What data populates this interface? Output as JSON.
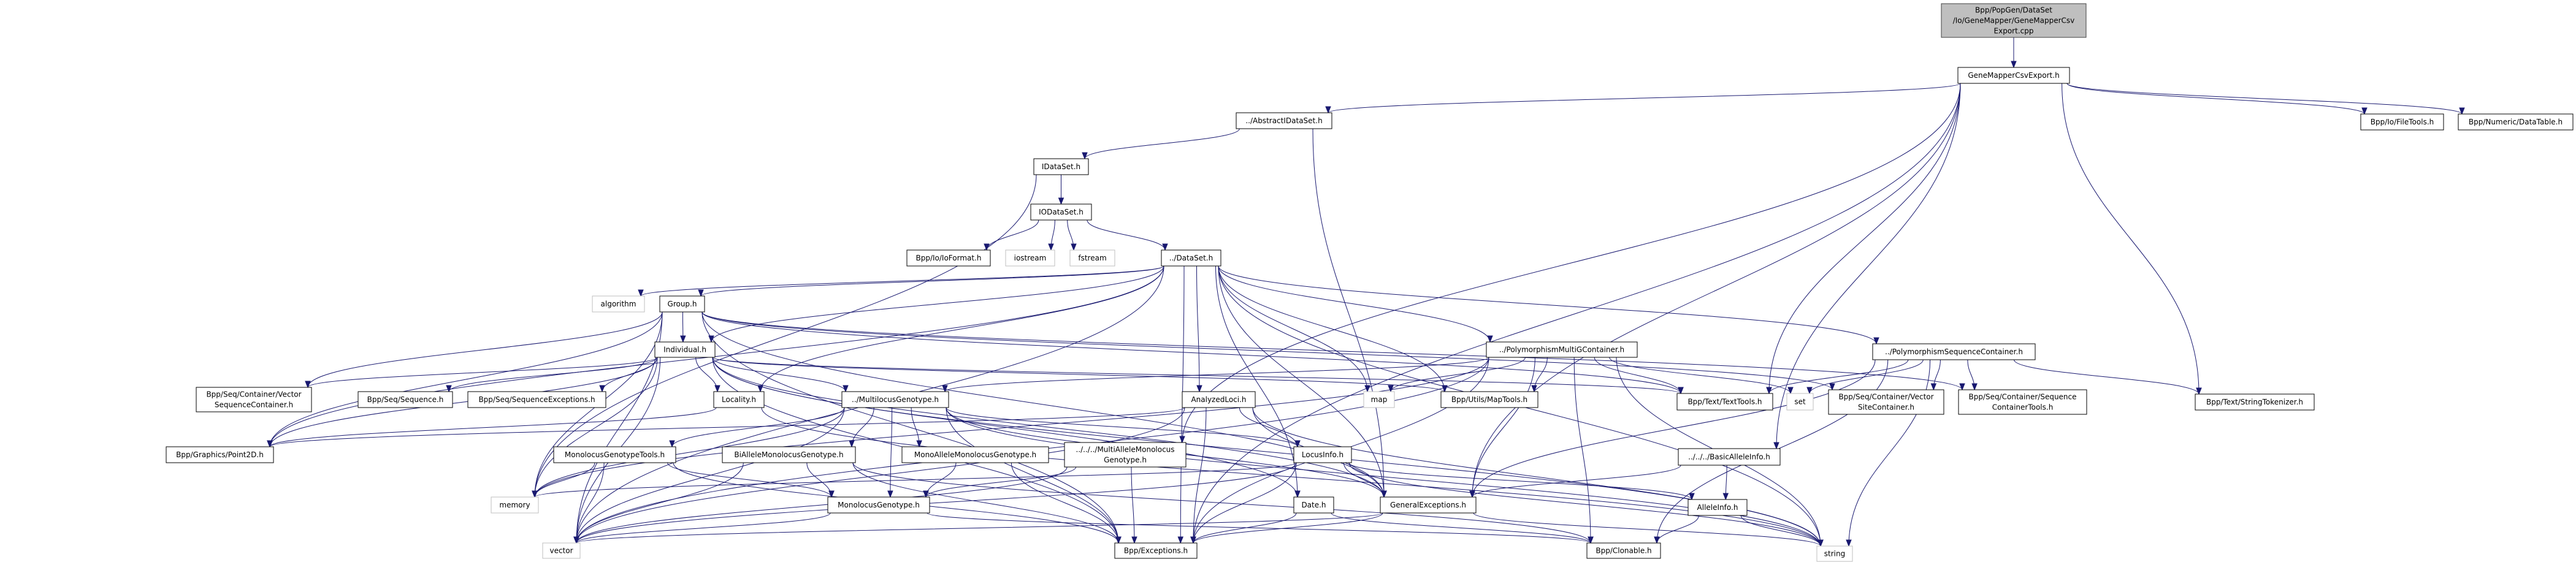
{
  "colors": {
    "edge": "#191970",
    "root_fill": "#bfbfbf",
    "node_border": "#000000",
    "external_border": "#bfbfbf"
  },
  "graph": {
    "nodes": [
      {
        "id": "root",
        "style": "root",
        "lines": [
          "Bpp/PopGen/DataSet",
          "/Io/GeneMapper/GeneMapperCsv",
          "Export.cpp"
        ]
      },
      {
        "id": "gmce",
        "style": "normal",
        "lines": [
          "GeneMapperCsvExport.h"
        ]
      },
      {
        "id": "abstract",
        "style": "normal",
        "lines": [
          "../AbstractIDataSet.h"
        ]
      },
      {
        "id": "filetools",
        "style": "normal",
        "lines": [
          "Bpp/Io/FileTools.h"
        ]
      },
      {
        "id": "datatable",
        "style": "normal",
        "lines": [
          "Bpp/Numeric/DataTable.h"
        ]
      },
      {
        "id": "idataset",
        "style": "normal",
        "lines": [
          "IDataSet.h"
        ]
      },
      {
        "id": "iodataset",
        "style": "normal",
        "lines": [
          "IODataSet.h"
        ]
      },
      {
        "id": "ioformat",
        "style": "normal",
        "lines": [
          "Bpp/Io/IoFormat.h"
        ]
      },
      {
        "id": "iostream",
        "style": "external",
        "lines": [
          "iostream"
        ]
      },
      {
        "id": "fstream",
        "style": "external",
        "lines": [
          "fstream"
        ]
      },
      {
        "id": "dataset",
        "style": "normal",
        "lines": [
          "../DataSet.h"
        ]
      },
      {
        "id": "algorithm",
        "style": "external",
        "lines": [
          "algorithm"
        ]
      },
      {
        "id": "group",
        "style": "normal",
        "lines": [
          "Group.h"
        ]
      },
      {
        "id": "individual",
        "style": "normal",
        "lines": [
          "Individual.h"
        ]
      },
      {
        "id": "polymultig",
        "style": "normal",
        "lines": [
          "../PolymorphismMultiGContainer.h"
        ]
      },
      {
        "id": "polyseq",
        "style": "normal",
        "lines": [
          "../PolymorphismSequenceContainer.h"
        ]
      },
      {
        "id": "vseqcont",
        "style": "normal",
        "lines": [
          "Bpp/Seq/Container/Vector",
          "SequenceContainer.h"
        ]
      },
      {
        "id": "sequence",
        "style": "normal",
        "lines": [
          "Bpp/Seq/Sequence.h"
        ]
      },
      {
        "id": "seqexc",
        "style": "normal",
        "lines": [
          "Bpp/Seq/SequenceExceptions.h"
        ]
      },
      {
        "id": "locality",
        "style": "normal",
        "lines": [
          "Locality.h"
        ]
      },
      {
        "id": "multilocus",
        "style": "normal",
        "lines": [
          "../MultilocusGenotype.h"
        ]
      },
      {
        "id": "analyzed",
        "style": "normal",
        "lines": [
          "AnalyzedLoci.h"
        ]
      },
      {
        "id": "map",
        "style": "external",
        "lines": [
          "map"
        ]
      },
      {
        "id": "maptools",
        "style": "normal",
        "lines": [
          "Bpp/Utils/MapTools.h"
        ]
      },
      {
        "id": "texttools",
        "style": "normal",
        "lines": [
          "Bpp/Text/TextTools.h"
        ]
      },
      {
        "id": "set",
        "style": "external",
        "lines": [
          "set"
        ]
      },
      {
        "id": "vsitecont",
        "style": "normal",
        "lines": [
          "Bpp/Seq/Container/Vector",
          "SiteContainer.h"
        ]
      },
      {
        "id": "seqconttools",
        "style": "normal",
        "lines": [
          "Bpp/Seq/Container/Sequence",
          "ContainerTools.h"
        ]
      },
      {
        "id": "strtok",
        "style": "normal",
        "lines": [
          "Bpp/Text/StringTokenizer.h"
        ]
      },
      {
        "id": "point2d",
        "style": "normal",
        "lines": [
          "Bpp/Graphics/Point2D.h"
        ]
      },
      {
        "id": "mgtools",
        "style": "normal",
        "lines": [
          "MonolocusGenotypeTools.h"
        ]
      },
      {
        "id": "biallele",
        "style": "normal",
        "lines": [
          "BiAlleleMonolocusGenotype.h"
        ]
      },
      {
        "id": "monoallele",
        "style": "normal",
        "lines": [
          "MonoAlleleMonolocusGenotype.h"
        ]
      },
      {
        "id": "multiallele",
        "style": "normal",
        "lines": [
          "../../../MultiAlleleMonolocus",
          "Genotype.h"
        ]
      },
      {
        "id": "locusinfo",
        "style": "normal",
        "lines": [
          "LocusInfo.h"
        ]
      },
      {
        "id": "basicallele",
        "style": "normal",
        "lines": [
          "../../../BasicAlleleInfo.h"
        ]
      },
      {
        "id": "memory",
        "style": "external",
        "lines": [
          "memory"
        ]
      },
      {
        "id": "monolocus",
        "style": "normal",
        "lines": [
          "MonolocusGenotype.h"
        ]
      },
      {
        "id": "date",
        "style": "normal",
        "lines": [
          "Date.h"
        ]
      },
      {
        "id": "genexc",
        "style": "normal",
        "lines": [
          "GeneralExceptions.h"
        ]
      },
      {
        "id": "alleleinfo",
        "style": "normal",
        "lines": [
          "AlleleInfo.h"
        ]
      },
      {
        "id": "vector",
        "style": "external",
        "lines": [
          "vector"
        ]
      },
      {
        "id": "exceptions",
        "style": "normal",
        "lines": [
          "Bpp/Exceptions.h"
        ]
      },
      {
        "id": "clonable",
        "style": "normal",
        "lines": [
          "Bpp/Clonable.h"
        ]
      },
      {
        "id": "string",
        "style": "external",
        "lines": [
          "string"
        ]
      }
    ],
    "edges": [
      [
        "root",
        "gmce"
      ],
      [
        "gmce",
        "abstract"
      ],
      [
        "gmce",
        "filetools"
      ],
      [
        "gmce",
        "datatable"
      ],
      [
        "gmce",
        "texttools"
      ],
      [
        "gmce",
        "strtok"
      ],
      [
        "gmce",
        "basicallele"
      ],
      [
        "gmce",
        "multiallele"
      ],
      [
        "gmce",
        "exceptions"
      ],
      [
        "gmce",
        "genexc"
      ],
      [
        "abstract",
        "idataset"
      ],
      [
        "abstract",
        "genexc"
      ],
      [
        "idataset",
        "iodataset"
      ],
      [
        "idataset",
        "memory"
      ],
      [
        "iodataset",
        "ioformat"
      ],
      [
        "iodataset",
        "iostream"
      ],
      [
        "iodataset",
        "fstream"
      ],
      [
        "iodataset",
        "dataset"
      ],
      [
        "dataset",
        "algorithm"
      ],
      [
        "dataset",
        "group"
      ],
      [
        "dataset",
        "individual"
      ],
      [
        "dataset",
        "locality"
      ],
      [
        "dataset",
        "analyzed"
      ],
      [
        "dataset",
        "map"
      ],
      [
        "dataset",
        "maptools"
      ],
      [
        "dataset",
        "polymultig"
      ],
      [
        "dataset",
        "polyseq"
      ],
      [
        "dataset",
        "exceptions"
      ],
      [
        "dataset",
        "genexc"
      ],
      [
        "dataset",
        "vector"
      ],
      [
        "dataset",
        "string"
      ],
      [
        "dataset",
        "point2d"
      ],
      [
        "dataset",
        "date"
      ],
      [
        "group",
        "individual"
      ],
      [
        "group",
        "vseqcont"
      ],
      [
        "group",
        "point2d"
      ],
      [
        "group",
        "memory"
      ],
      [
        "group",
        "vector"
      ],
      [
        "group",
        "exceptions"
      ],
      [
        "group",
        "genexc"
      ],
      [
        "group",
        "seqconttools"
      ],
      [
        "group",
        "vsitecont"
      ],
      [
        "group",
        "texttools"
      ],
      [
        "individual",
        "vseqcont"
      ],
      [
        "individual",
        "sequence"
      ],
      [
        "individual",
        "seqexc"
      ],
      [
        "individual",
        "locality"
      ],
      [
        "individual",
        "multilocus"
      ],
      [
        "individual",
        "point2d"
      ],
      [
        "individual",
        "date"
      ],
      [
        "individual",
        "memory"
      ],
      [
        "individual",
        "vector"
      ],
      [
        "individual",
        "exceptions"
      ],
      [
        "individual",
        "genexc"
      ],
      [
        "individual",
        "texttools"
      ],
      [
        "individual",
        "string"
      ],
      [
        "individual",
        "maptools"
      ],
      [
        "locality",
        "point2d"
      ],
      [
        "locality",
        "string"
      ],
      [
        "multilocus",
        "mgtools"
      ],
      [
        "multilocus",
        "biallele"
      ],
      [
        "multilocus",
        "monoallele"
      ],
      [
        "multilocus",
        "monolocus"
      ],
      [
        "multilocus",
        "locusinfo"
      ],
      [
        "multilocus",
        "memory"
      ],
      [
        "multilocus",
        "vector"
      ],
      [
        "multilocus",
        "exceptions"
      ],
      [
        "multilocus",
        "genexc"
      ],
      [
        "multilocus",
        "string"
      ],
      [
        "mgtools",
        "memory"
      ],
      [
        "mgtools",
        "vector"
      ],
      [
        "mgtools",
        "monolocus"
      ],
      [
        "mgtools",
        "exceptions"
      ],
      [
        "biallele",
        "monolocus"
      ],
      [
        "biallele",
        "vector"
      ],
      [
        "biallele",
        "exceptions"
      ],
      [
        "biallele",
        "clonable"
      ],
      [
        "monoallele",
        "monolocus"
      ],
      [
        "monoallele",
        "exceptions"
      ],
      [
        "multiallele",
        "monolocus"
      ],
      [
        "multiallele",
        "exceptions"
      ],
      [
        "multiallele",
        "vector"
      ],
      [
        "analyzed",
        "locusinfo"
      ],
      [
        "analyzed",
        "exceptions"
      ],
      [
        "analyzed",
        "genexc"
      ],
      [
        "analyzed",
        "vector"
      ],
      [
        "analyzed",
        "string"
      ],
      [
        "analyzed",
        "point2d"
      ],
      [
        "locusinfo",
        "genexc"
      ],
      [
        "locusinfo",
        "alleleinfo"
      ],
      [
        "locusinfo",
        "exceptions"
      ],
      [
        "locusinfo",
        "vector"
      ],
      [
        "locusinfo",
        "string"
      ],
      [
        "locusinfo",
        "memory"
      ],
      [
        "basicallele",
        "alleleinfo"
      ],
      [
        "basicallele",
        "genexc"
      ],
      [
        "alleleinfo",
        "clonable"
      ],
      [
        "alleleinfo",
        "string"
      ],
      [
        "monolocus",
        "clonable"
      ],
      [
        "monolocus",
        "vector"
      ],
      [
        "date",
        "exceptions"
      ],
      [
        "date",
        "clonable"
      ],
      [
        "genexc",
        "exceptions"
      ],
      [
        "genexc",
        "string"
      ],
      [
        "genexc",
        "vector"
      ],
      [
        "polymultig",
        "multilocus"
      ],
      [
        "polymultig",
        "map"
      ],
      [
        "polymultig",
        "maptools"
      ],
      [
        "polymultig",
        "texttools"
      ],
      [
        "polymultig",
        "set"
      ],
      [
        "polymultig",
        "genexc"
      ],
      [
        "polymultig",
        "exceptions"
      ],
      [
        "polymultig",
        "clonable"
      ],
      [
        "polymultig",
        "string"
      ],
      [
        "polymultig",
        "vector"
      ],
      [
        "polymultig",
        "memory"
      ],
      [
        "polyseq",
        "texttools"
      ],
      [
        "polyseq",
        "set"
      ],
      [
        "polyseq",
        "vsitecont"
      ],
      [
        "polyseq",
        "seqconttools"
      ],
      [
        "polyseq",
        "strtok"
      ],
      [
        "polyseq",
        "string"
      ],
      [
        "polyseq",
        "clonable"
      ],
      [
        "polyseq",
        "genexc"
      ]
    ]
  }
}
